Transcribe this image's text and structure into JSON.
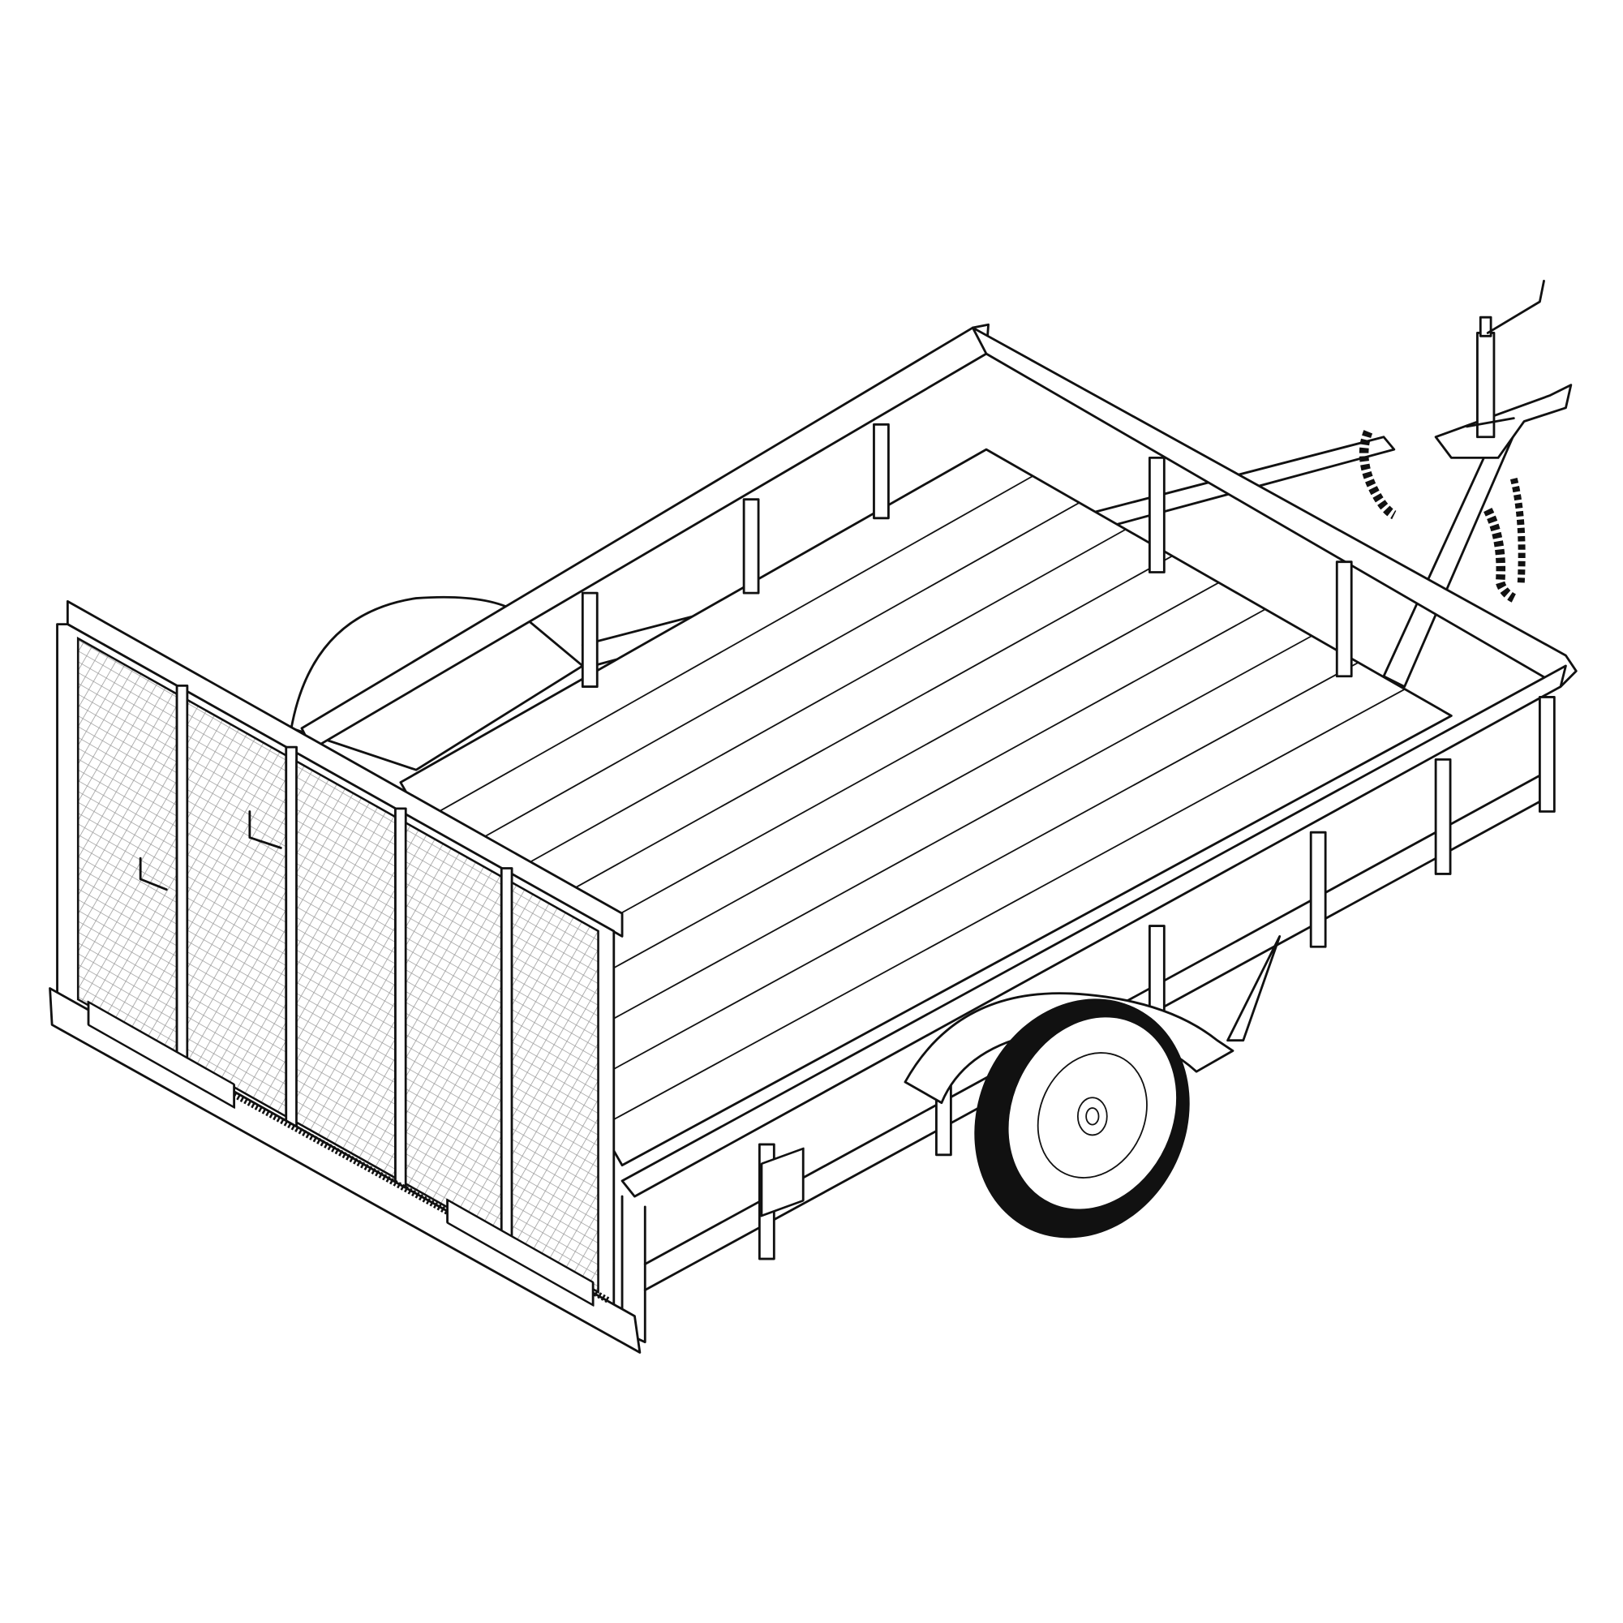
{
  "illustration": {
    "subject": "utility-trailer-line-drawing",
    "colors": {
      "line": "#111111",
      "background": "#ffffff",
      "mesh": "#9a9a9a",
      "tire": "#111111"
    },
    "icons": [
      "trailer-deck",
      "tailgate-mesh",
      "wheel",
      "jack",
      "safety-chain",
      "coupler"
    ]
  }
}
